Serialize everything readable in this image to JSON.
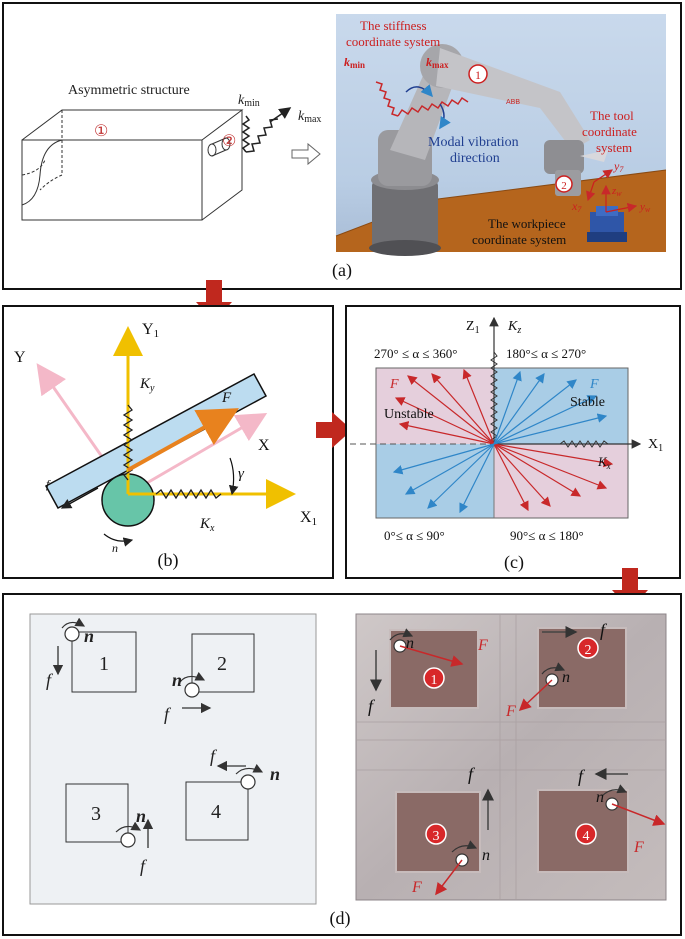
{
  "panel_a": {
    "label": "(a)",
    "asymmetric_structure": "Asymmetric structure",
    "circle_1": "①",
    "circle_2": "②",
    "k_min": "k",
    "k_min_sub": "min",
    "k_max": "k",
    "k_max_sub": "max",
    "stiffness_title_1": "The stiffness",
    "stiffness_title_2": "coordinate system",
    "modal_1": "Modal vibration",
    "modal_2": "direction",
    "tool_1": "The tool",
    "tool_2": "coordinate",
    "tool_3": "system",
    "workpiece_1": "The workpiece",
    "workpiece_2": "coordinate system",
    "robot_circle_1": "1",
    "robot_circle_2": "2",
    "y7": "y",
    "y7_sub": "7",
    "x7": "x",
    "x7_sub": "7",
    "zw": "z",
    "zw_sub": "w",
    "yw": "y",
    "yw_sub": "w",
    "abb": "ABB"
  },
  "panel_b": {
    "label": "(b)",
    "Y1": "Y",
    "Y1_sub": "1",
    "Y": "Y",
    "X": "X",
    "X1": "X",
    "X1_sub": "1",
    "Ky": "K",
    "Ky_sub": "y",
    "Kx": "K",
    "Kx_sub": "x",
    "F": "F",
    "f": "f",
    "gamma": "γ",
    "n": "n"
  },
  "panel_c": {
    "label": "(c)",
    "Z1": "Z",
    "Z1_sub": "1",
    "Kz": "K",
    "Kz_sub": "z",
    "X1": "X",
    "X1_sub": "1",
    "Kx": "K",
    "Kx_sub": "x",
    "range_tl": "270° ≤ α ≤ 360°",
    "range_tr": "180°≤ α ≤ 270°",
    "range_bl": "0°≤ α ≤ 90°",
    "range_br": "90°≤ α ≤ 180°",
    "F_left": "F",
    "F_right": "F",
    "unstable": "Unstable",
    "stable": "Stable"
  },
  "panel_d": {
    "label": "(d)",
    "squares": [
      "1",
      "2",
      "3",
      "4"
    ],
    "n": "n",
    "f": "f",
    "F": "F",
    "photo_circles": [
      "1",
      "2",
      "3",
      "4"
    ]
  },
  "colors": {
    "red_arrow": "#c0281e",
    "blue_region": "#a9cde6",
    "pink_region": "#e5cfdc",
    "gold": "#f0c000",
    "pink_axis": "#f4b8c8",
    "label_red": "#cc1f1f",
    "blue_arrow": "#2f86c8"
  }
}
